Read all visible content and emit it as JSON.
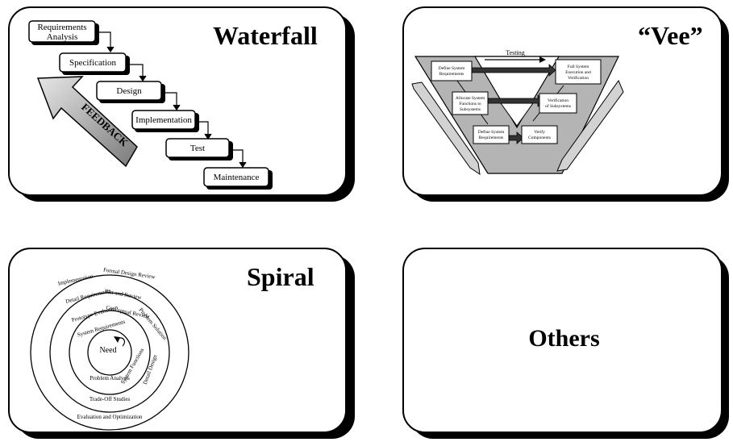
{
  "waterfall": {
    "title": "Waterfall",
    "steps": [
      {
        "line1": "Requirements",
        "line2": "Analysis"
      },
      {
        "line1": "Specification",
        "line2": ""
      },
      {
        "line1": "Design",
        "line2": ""
      },
      {
        "line1": "Implementation",
        "line2": ""
      },
      {
        "line1": "Test",
        "line2": ""
      },
      {
        "line1": "Maintenance",
        "line2": ""
      }
    ],
    "feedback_label": "FEEDBACK"
  },
  "vee": {
    "title": "“Vee”",
    "top_label": "Testing",
    "left_boxes": [
      {
        "line1": "Define System",
        "line2": "Requirements",
        "line3": ""
      },
      {
        "line1": "Allocate System",
        "line2": "Functions to",
        "line3": "Subsystems"
      },
      {
        "line1": "Define System",
        "line2": "Requirements",
        "line3": ""
      }
    ],
    "right_boxes": [
      {
        "line1": "Full System",
        "line2": "Execution and",
        "line3": "Verification"
      },
      {
        "line1": "Verification",
        "line2": "of Subsystems",
        "line3": ""
      },
      {
        "line1": "Verify",
        "line2": "Components",
        "line3": ""
      }
    ]
  },
  "spiral": {
    "title": "Spiral",
    "center_label": "Need",
    "labels": [
      "Implementation",
      "Formal Design Review",
      "Detail Requirements",
      "Test and Review",
      "Prototype Evaluation",
      "Conceptual Review",
      "System Requirements",
      "Problem Solution",
      "System Functions",
      "Detail Design",
      "Problem Analysis",
      "Trade-Off Studies",
      "Evaluation and Optimization"
    ]
  },
  "others": {
    "title": "Others"
  }
}
